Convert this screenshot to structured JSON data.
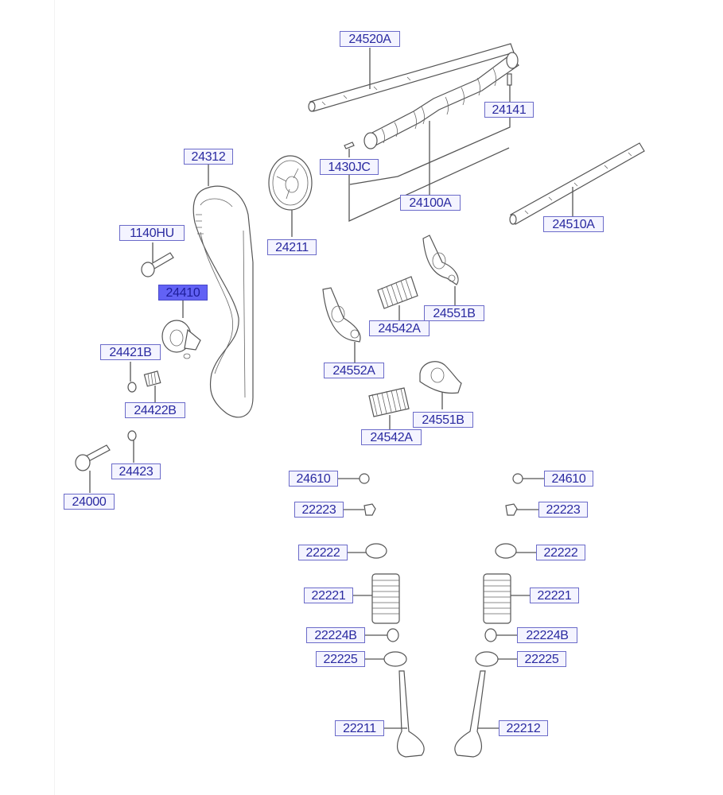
{
  "diagram": {
    "title": "Camshaft & Valve Assembly",
    "selected_part": "24410",
    "colors": {
      "label_border": "#6b6bc9",
      "label_text": "#2a2aa0",
      "selected_fill": "#6262f5"
    },
    "labels": {
      "camshaft_rocker_shaft_top": "24520A",
      "camshaft_pin": "24141",
      "timing_belt": "24312",
      "camshaft_key": "1430JC",
      "camshaft": "24100A",
      "rocker_shaft_right": "24510A",
      "camshaft_sprocket": "24211",
      "bolt_1140HU": "1140HU",
      "tensioner": "24410",
      "rocker_arm_top": "24551B",
      "rocker_spring_top": "24542A",
      "rocker_arm_left": "24552A",
      "rocker_arm_bottom": "24551B",
      "rocker_spring_bottom": "24542A",
      "tensioner_washer": "24421B",
      "tensioner_spring": "24422B",
      "washer_24423": "24423",
      "bolt_24000": "24000",
      "lash_adjuster_left": "24610",
      "retainer_lock_left": "22223",
      "spring_retainer_left": "22222",
      "valve_spring_left": "22221",
      "stem_seal_left": "22224B",
      "spring_seat_left": "22225",
      "intake_valve": "22211",
      "lash_adjuster_right": "24610",
      "retainer_lock_right": "22223",
      "spring_retainer_right": "22222",
      "valve_spring_right": "22221",
      "stem_seal_right": "22224B",
      "spring_seat_right": "22225",
      "exhaust_valve": "22212"
    }
  }
}
